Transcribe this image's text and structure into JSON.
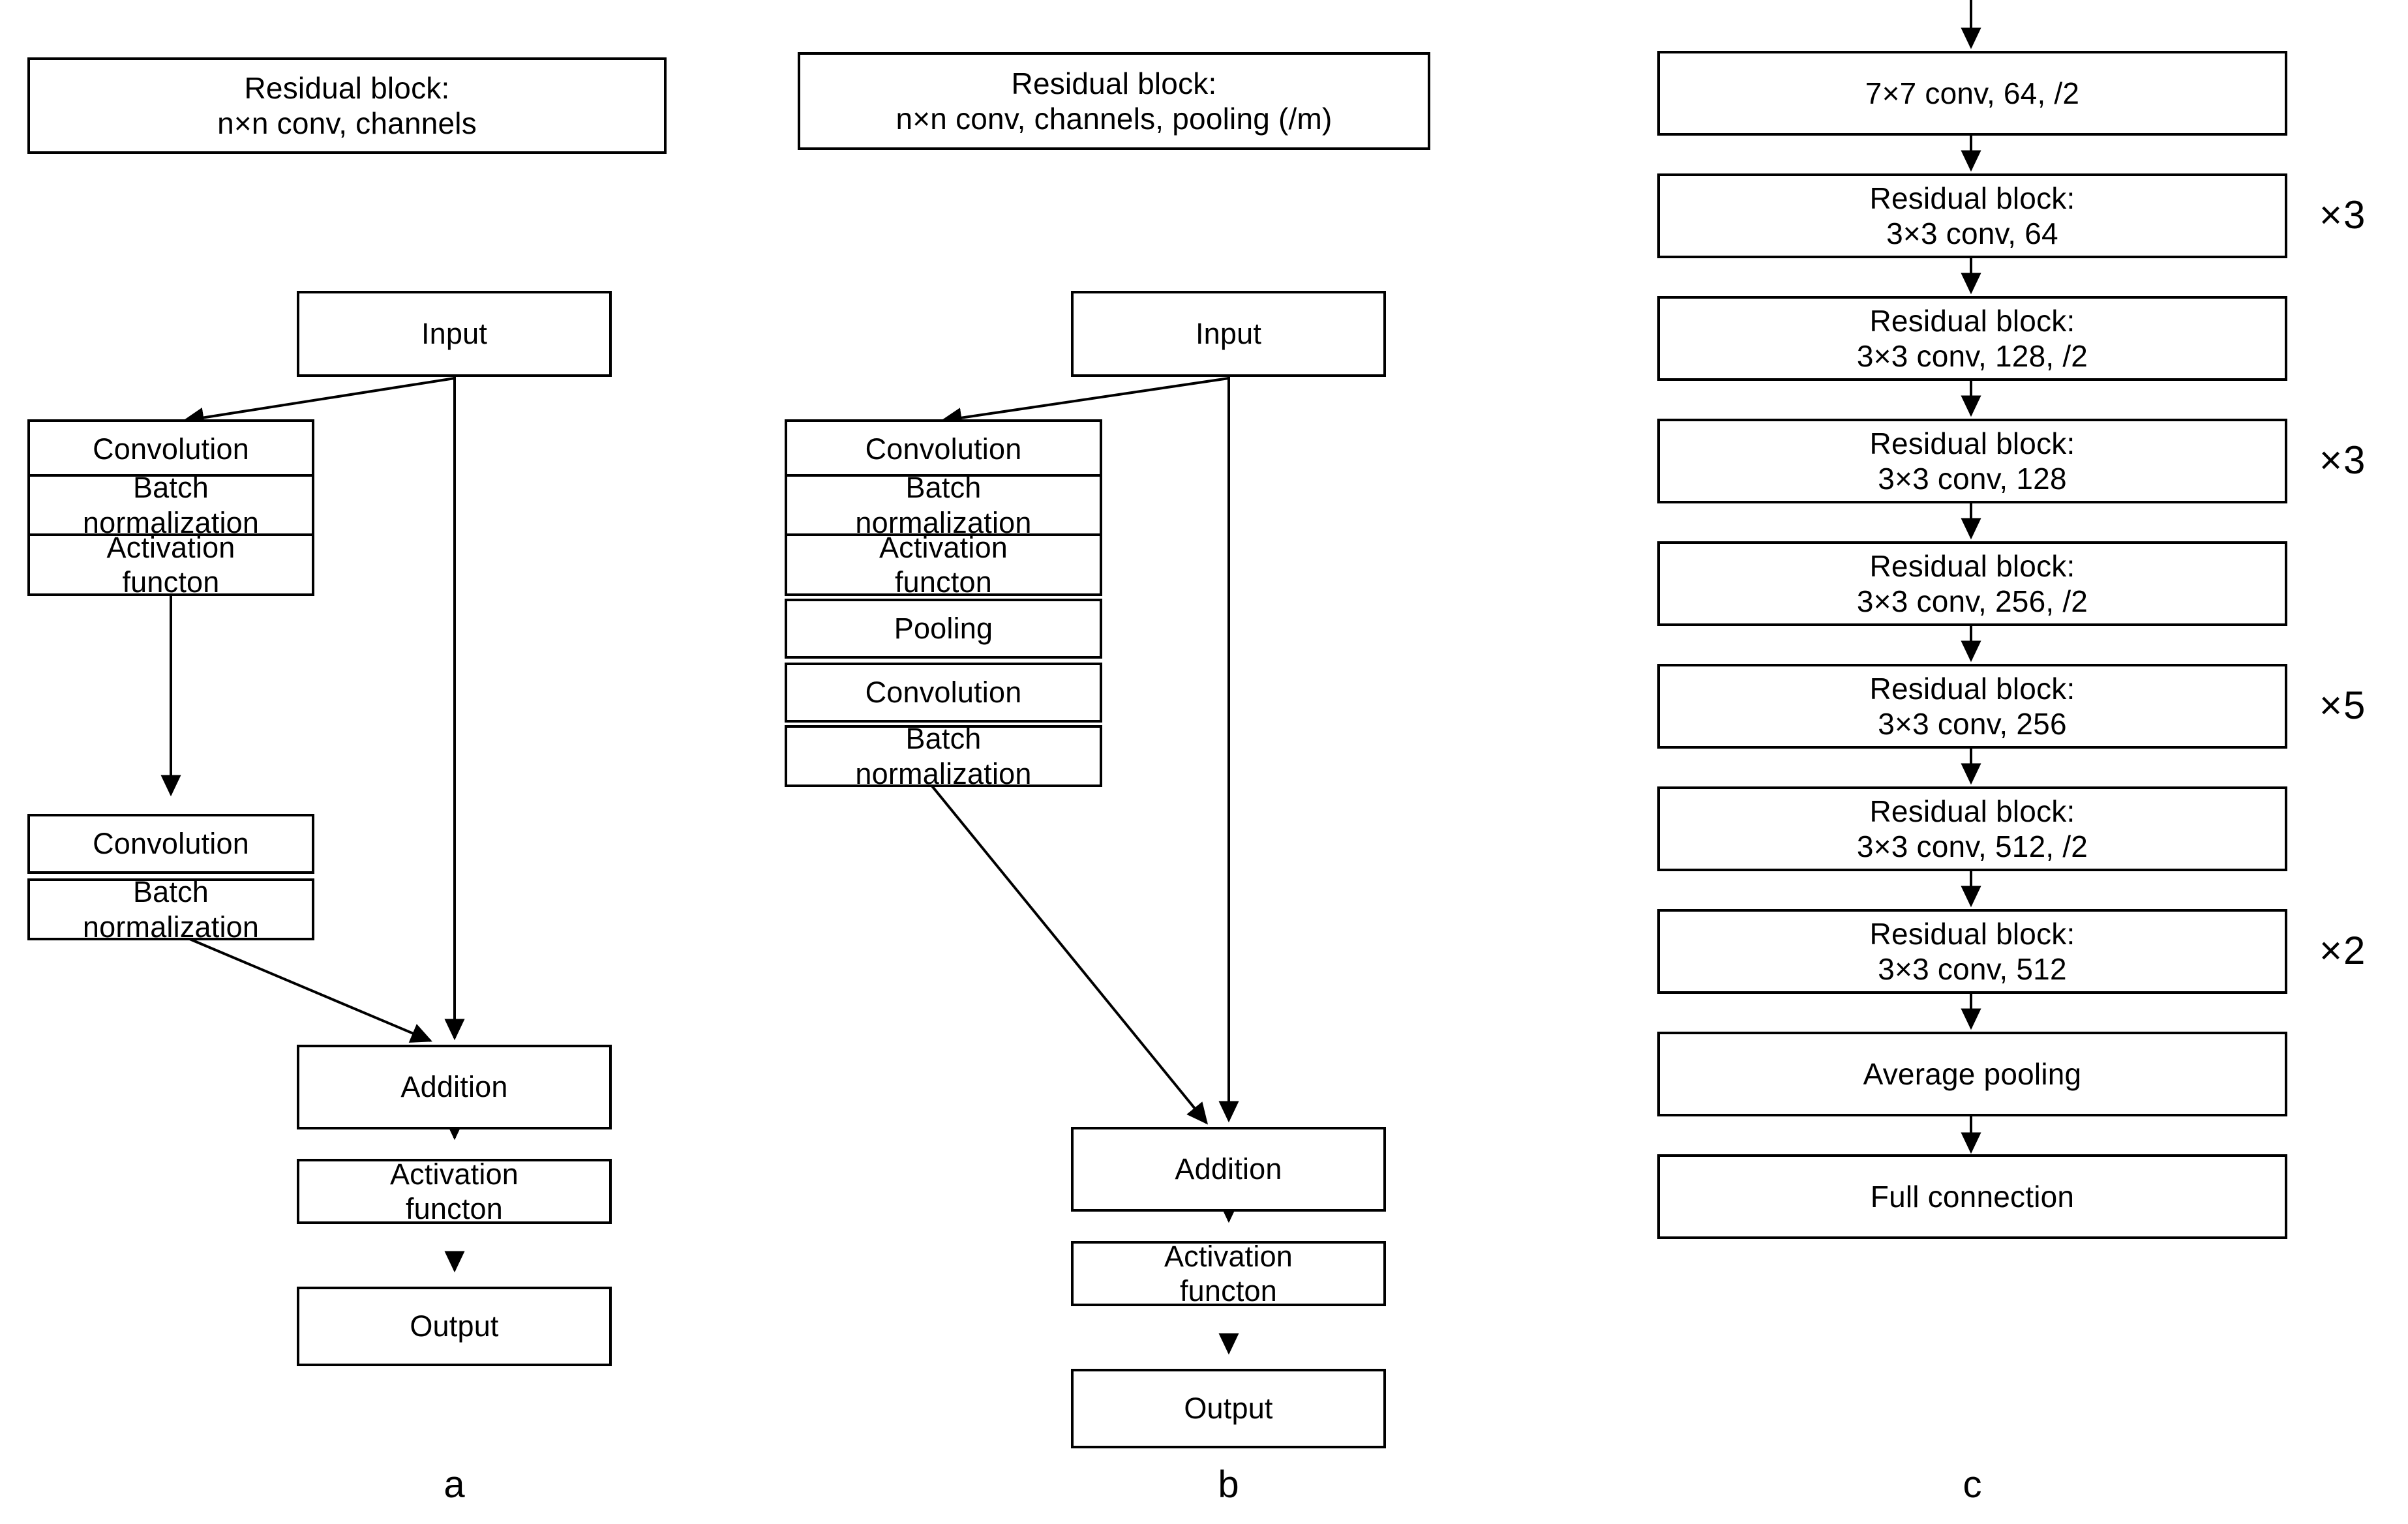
{
  "figure": {
    "panels": [
      {
        "id": "a",
        "panel_label": "a",
        "legend": "Residual block:\nn×n conv, channels",
        "nodes": [
          {
            "name": "input",
            "label": "Input"
          },
          {
            "name": "conv1",
            "label": "Convolution"
          },
          {
            "name": "bn1",
            "label": "Batch\nnormalization"
          },
          {
            "name": "act1",
            "label": "Activation\nfuncton"
          },
          {
            "name": "conv2",
            "label": "Convolution"
          },
          {
            "name": "bn2",
            "label": "Batch\nnormalization"
          },
          {
            "name": "addition",
            "label": "Addition"
          },
          {
            "name": "act2",
            "label": "Activation\nfuncton"
          },
          {
            "name": "output",
            "label": "Output"
          }
        ]
      },
      {
        "id": "b",
        "panel_label": "b",
        "legend": "Residual block:\nn×n conv, channels, pooling (/m)",
        "nodes": [
          {
            "name": "input",
            "label": "Input"
          },
          {
            "name": "conv1",
            "label": "Convolution"
          },
          {
            "name": "bn1",
            "label": "Batch\nnormalization"
          },
          {
            "name": "act1",
            "label": "Activation\nfuncton"
          },
          {
            "name": "pooling",
            "label": "Pooling"
          },
          {
            "name": "conv2",
            "label": "Convolution"
          },
          {
            "name": "bn2",
            "label": "Batch\nnormalization"
          },
          {
            "name": "addition",
            "label": "Addition"
          },
          {
            "name": "act2",
            "label": "Activation\nfuncton"
          },
          {
            "name": "output",
            "label": "Output"
          }
        ]
      },
      {
        "id": "c",
        "panel_label": "c",
        "nodes": [
          {
            "name": "conv7x7",
            "label": "7×7 conv, 64, /2",
            "multiplier": ""
          },
          {
            "name": "res-64",
            "label": "Residual block:\n3×3 conv, 64",
            "multiplier": "×3"
          },
          {
            "name": "res-128s",
            "label": "Residual block:\n3×3 conv, 128, /2",
            "multiplier": ""
          },
          {
            "name": "res-128",
            "label": "Residual block:\n3×3 conv, 128",
            "multiplier": "×3"
          },
          {
            "name": "res-256s",
            "label": "Residual block:\n3×3 conv, 256, /2",
            "multiplier": ""
          },
          {
            "name": "res-256",
            "label": "Residual block:\n3×3 conv, 256",
            "multiplier": "×5"
          },
          {
            "name": "res-512s",
            "label": "Residual block:\n3×3 conv, 512, /2",
            "multiplier": ""
          },
          {
            "name": "res-512",
            "label": "Residual block:\n3×3 conv, 512",
            "multiplier": "×2"
          },
          {
            "name": "avgpool",
            "label": "Average pooling",
            "multiplier": ""
          },
          {
            "name": "fc",
            "label": "Full connection",
            "multiplier": ""
          }
        ]
      }
    ],
    "colors": {
      "stroke": "#000000",
      "fill": "#ffffff",
      "text": "#000000"
    }
  }
}
